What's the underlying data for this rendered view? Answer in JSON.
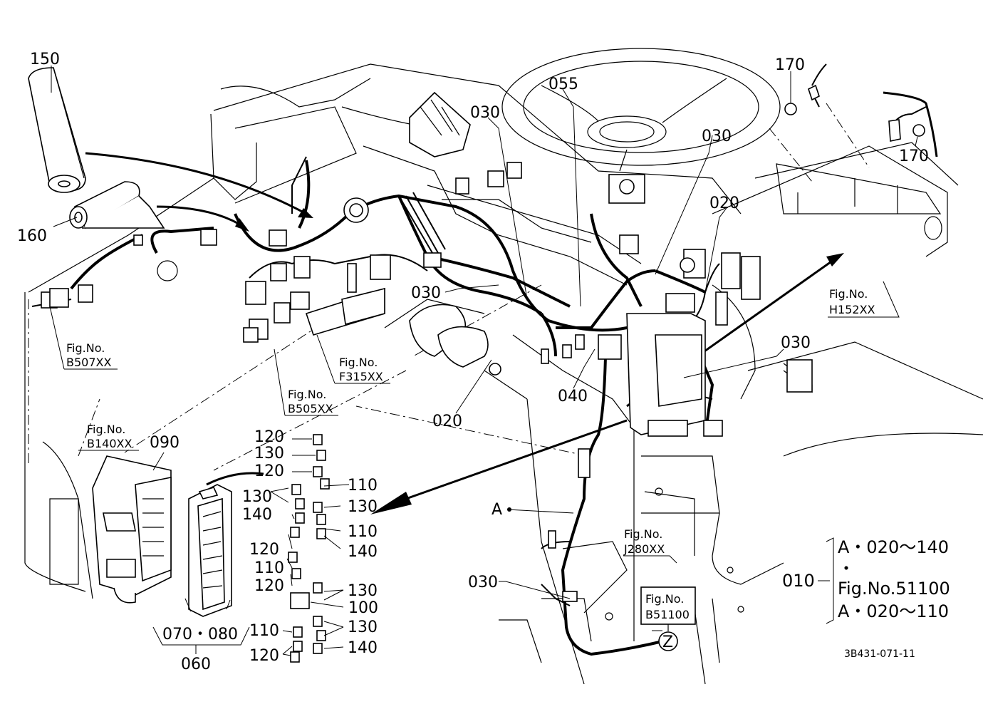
{
  "callouts": {
    "n150": "150",
    "n160": "160",
    "n055": "055",
    "n030_top": "030",
    "n030_right": "030",
    "n030_mid": "030",
    "n030_ecu": "030",
    "n030_bottom": "030",
    "n170_a": "170",
    "n170_b": "170",
    "n020_right": "020",
    "n020_bottom": "020",
    "n040": "040",
    "n090": "090",
    "n070_080": "070・080",
    "n060": "060",
    "n100": "100",
    "a_label": "A",
    "z_label": "Z"
  },
  "fuse_labels": [
    {
      "key": "f1",
      "text": "120"
    },
    {
      "key": "f2",
      "text": "130"
    },
    {
      "key": "f3",
      "text": "120"
    },
    {
      "key": "f4",
      "text": "130"
    },
    {
      "key": "f5",
      "text": "140"
    },
    {
      "key": "f6",
      "text": "120"
    },
    {
      "key": "f7",
      "text": "110"
    },
    {
      "key": "f8",
      "text": "120"
    },
    {
      "key": "r1",
      "text": "110"
    },
    {
      "key": "r2",
      "text": "130"
    },
    {
      "key": "r3",
      "text": "110"
    },
    {
      "key": "r4",
      "text": "140"
    },
    {
      "key": "r5",
      "text": "130"
    },
    {
      "key": "r6",
      "text": "130"
    },
    {
      "key": "b1",
      "text": "110"
    },
    {
      "key": "b2",
      "text": "120"
    },
    {
      "key": "b3",
      "text": "140"
    }
  ],
  "fig_refs": {
    "b507": {
      "head": "Fig.No.",
      "num": "B507XX"
    },
    "f315": {
      "head": "Fig.No.",
      "num": "F315XX"
    },
    "b505": {
      "head": "Fig.No.",
      "num": "B505XX"
    },
    "b140": {
      "head": "Fig.No.",
      "num": "B140XX"
    },
    "h152": {
      "head": "Fig.No.",
      "num": "H152XX"
    },
    "j280": {
      "head": "Fig.No.",
      "num": "J280XX"
    },
    "b51100": {
      "head": "Fig.No.",
      "num": "B51100"
    }
  },
  "legend": {
    "main_number": "010",
    "line1": "A・020～140",
    "dot": "・",
    "line2": "Fig.No.51100",
    "line3": "A・020～110"
  },
  "drawing_code": "3B431-071-11"
}
